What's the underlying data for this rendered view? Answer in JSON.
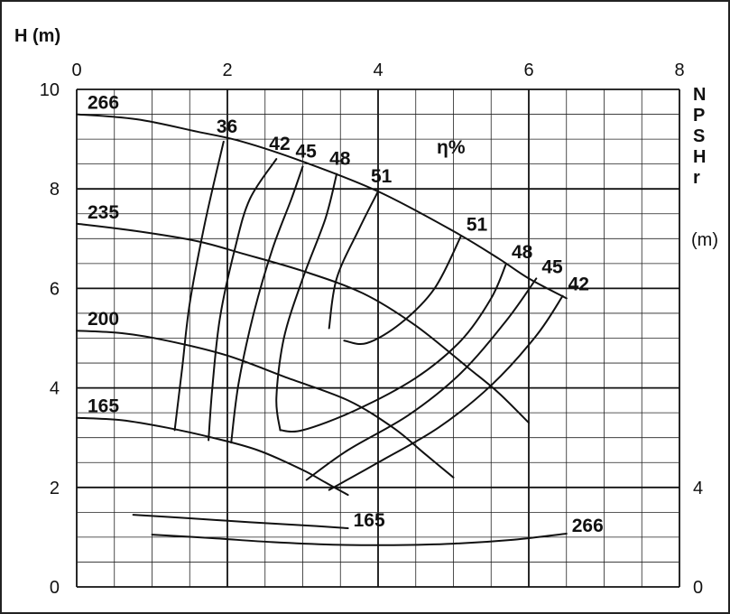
{
  "chart_data": {
    "type": "line",
    "ylabel": "H (m)",
    "right_axis_label_vertical": [
      "N",
      "P",
      "S",
      "H",
      "r"
    ],
    "right_axis_unit": "(m)",
    "efficiency_label": "η%",
    "xlim": [
      0,
      8
    ],
    "ylim": [
      0,
      10
    ],
    "x_ticks": [
      "0",
      "2",
      "4",
      "6",
      "8"
    ],
    "y_ticks": [
      "0",
      "2",
      "4",
      "6",
      "8",
      "10"
    ],
    "right_ticks": [
      {
        "label": "0",
        "at_h": 0
      },
      {
        "label": "4",
        "at_h": 2
      }
    ],
    "grid": true,
    "head_curves": [
      {
        "name": "266",
        "points": [
          [
            0,
            9.5
          ],
          [
            0.8,
            9.4
          ],
          [
            1.6,
            9.15
          ],
          [
            2.2,
            8.95
          ],
          [
            3.0,
            8.55
          ],
          [
            4.0,
            7.95
          ],
          [
            5.0,
            7.15
          ],
          [
            5.6,
            6.6
          ],
          [
            6.0,
            6.2
          ],
          [
            6.5,
            5.8
          ]
        ]
      },
      {
        "name": "235",
        "points": [
          [
            0,
            7.3
          ],
          [
            0.8,
            7.15
          ],
          [
            1.6,
            6.95
          ],
          [
            2.2,
            6.7
          ],
          [
            3.0,
            6.35
          ],
          [
            3.8,
            5.9
          ],
          [
            4.5,
            5.25
          ],
          [
            5.2,
            4.4
          ],
          [
            5.6,
            3.9
          ],
          [
            6.0,
            3.3
          ]
        ]
      },
      {
        "name": "200",
        "points": [
          [
            0,
            5.15
          ],
          [
            0.6,
            5.1
          ],
          [
            1.2,
            4.95
          ],
          [
            2.0,
            4.65
          ],
          [
            2.8,
            4.2
          ],
          [
            3.6,
            3.75
          ],
          [
            4.2,
            3.2
          ],
          [
            4.6,
            2.7
          ],
          [
            5.0,
            2.2
          ]
        ]
      },
      {
        "name": "165",
        "points": [
          [
            0,
            3.4
          ],
          [
            0.6,
            3.35
          ],
          [
            1.2,
            3.2
          ],
          [
            1.8,
            3.0
          ],
          [
            2.4,
            2.75
          ],
          [
            3.0,
            2.35
          ],
          [
            3.3,
            2.1
          ],
          [
            3.6,
            1.85
          ]
        ]
      }
    ],
    "efficiency_curves": [
      {
        "name": "36",
        "points": [
          [
            1.3,
            3.15
          ],
          [
            1.4,
            4.4
          ],
          [
            1.5,
            5.7
          ],
          [
            1.7,
            7.3
          ],
          [
            1.95,
            8.95
          ]
        ]
      },
      {
        "name": "42",
        "points": [
          [
            1.75,
            2.95
          ],
          [
            1.8,
            4.0
          ],
          [
            1.9,
            5.4
          ],
          [
            2.1,
            6.8
          ],
          [
            2.3,
            7.8
          ],
          [
            2.65,
            8.6
          ]
        ]
      },
      {
        "name": "45",
        "points": [
          [
            2.05,
            2.9
          ],
          [
            2.15,
            4.1
          ],
          [
            2.35,
            5.5
          ],
          [
            2.6,
            6.8
          ],
          [
            2.85,
            7.8
          ],
          [
            3.0,
            8.45
          ]
        ]
      },
      {
        "name": "48",
        "points": [
          [
            2.7,
            3.15
          ],
          [
            2.65,
            3.8
          ],
          [
            2.75,
            5.0
          ],
          [
            3.0,
            6.2
          ],
          [
            3.3,
            7.4
          ],
          [
            3.45,
            8.3
          ]
        ]
      },
      {
        "name": "51",
        "points": [
          [
            3.35,
            5.2
          ],
          [
            3.45,
            6.2
          ],
          [
            3.75,
            7.2
          ],
          [
            4.0,
            7.95
          ]
        ]
      }
    ],
    "efficiency_curves_right": [
      {
        "name": "51",
        "points": [
          [
            3.55,
            4.95
          ],
          [
            3.85,
            4.9
          ],
          [
            4.3,
            5.3
          ],
          [
            4.75,
            6.0
          ],
          [
            5.1,
            7.05
          ]
        ]
      },
      {
        "name": "48",
        "points": [
          [
            2.7,
            3.15
          ],
          [
            3.0,
            3.15
          ],
          [
            3.7,
            3.55
          ],
          [
            4.5,
            4.2
          ],
          [
            5.1,
            4.95
          ],
          [
            5.5,
            5.8
          ],
          [
            5.7,
            6.5
          ]
        ]
      },
      {
        "name": "45",
        "points": [
          [
            3.05,
            2.15
          ],
          [
            3.6,
            2.75
          ],
          [
            4.4,
            3.45
          ],
          [
            5.1,
            4.3
          ],
          [
            5.7,
            5.35
          ],
          [
            6.1,
            6.2
          ]
        ]
      },
      {
        "name": "42",
        "points": [
          [
            3.35,
            1.95
          ],
          [
            4.0,
            2.5
          ],
          [
            4.8,
            3.2
          ],
          [
            5.5,
            4.05
          ],
          [
            6.1,
            5.05
          ],
          [
            6.45,
            5.85
          ]
        ]
      }
    ],
    "npshr_curves": [
      {
        "name": "165",
        "points": [
          [
            0.75,
            1.45
          ],
          [
            1.5,
            1.38
          ],
          [
            2.3,
            1.3
          ],
          [
            3.0,
            1.24
          ],
          [
            3.6,
            1.18
          ]
        ]
      },
      {
        "name": "266",
        "points": [
          [
            1.0,
            1.05
          ],
          [
            1.8,
            0.98
          ],
          [
            2.6,
            0.9
          ],
          [
            3.4,
            0.85
          ],
          [
            4.2,
            0.84
          ],
          [
            5.0,
            0.87
          ],
          [
            5.8,
            0.95
          ],
          [
            6.5,
            1.07
          ]
        ]
      }
    ],
    "labels": {
      "head": [
        "266",
        "235",
        "200",
        "165"
      ],
      "efficiency": [
        "36",
        "42",
        "45",
        "48",
        "51",
        "51",
        "48",
        "45",
        "42"
      ],
      "npshr": [
        "165",
        "266"
      ]
    }
  }
}
